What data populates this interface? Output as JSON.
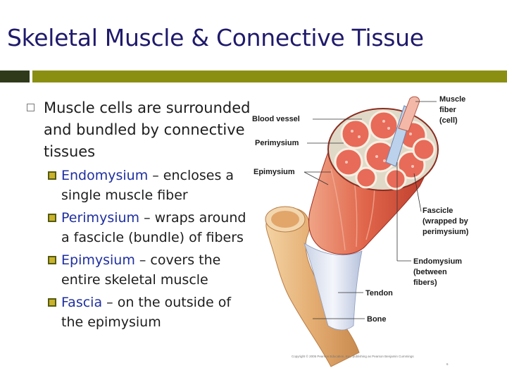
{
  "slide": {
    "title": "Skeletal Muscle & Connective Tissue",
    "main_bullet": "Muscle cells are surrounded and bundled by connective tissues",
    "sub_bullets": [
      {
        "term": "Endomysium",
        "text": " – encloses a single muscle fiber"
      },
      {
        "term": "Perimysium",
        "text": " – wraps around a fascicle (bundle) of fibers"
      },
      {
        "term": "Epimysium",
        "text": " – covers the entire skeletal muscle"
      },
      {
        "term": "Fascia",
        "text": " – on the outside of the epimysium"
      }
    ],
    "slide_number": "6"
  },
  "diagram": {
    "labels": {
      "blood_vessel": "Blood vessel",
      "perimysium": "Perimysium",
      "epimysium": "Epimysium",
      "muscle_fiber": [
        "Muscle",
        "fiber",
        "(cell)"
      ],
      "fascicle": [
        "Fascicle",
        "(wrapped by",
        "perimysium)"
      ],
      "endomysium": [
        "Endomysium",
        "(between",
        "fibers)"
      ],
      "tendon": "Tendon",
      "bone": "Bone"
    },
    "copyright": "Copyright © 2005 Pearson Education, Inc., publishing as Pearson Benjamin Cummings"
  },
  "colors": {
    "title": "#1f1a6b",
    "term": "#1f2fa0",
    "bar_dark": "#2f3a1a",
    "bar_olive": "#8a8f12",
    "muscle": "#d9553e",
    "bone": "#e8b77d"
  }
}
